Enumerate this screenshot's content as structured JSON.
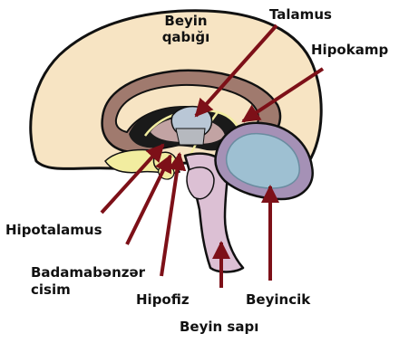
{
  "labels": {
    "cortex": "Beyin qabığı",
    "thalamus": "Talamus",
    "hippocampus": "Hipokamp",
    "hypothalamus": "Hipotalamus",
    "amygdala_line1": "Badamabənzər",
    "amygdala_line2": "cisim",
    "pituitary": "Hipofiz",
    "cerebellum": "Beyincik",
    "brainstem": "Beyin sapı"
  },
  "colors": {
    "cortex": "#f7e4c3",
    "limbic_outer": "#a07a6e",
    "inner_dark": "#1a1a1a",
    "ventricle": "#c2a3a3",
    "thalamus": "#b9c7d6",
    "brainstem": "#dcc0d4",
    "cerebellum_outer": "#a591b6",
    "cerebellum_inner": "#9ec0d2",
    "yellow_tracts": "#f2eda0",
    "arrow": "#7d1018",
    "outline": "#111111"
  }
}
